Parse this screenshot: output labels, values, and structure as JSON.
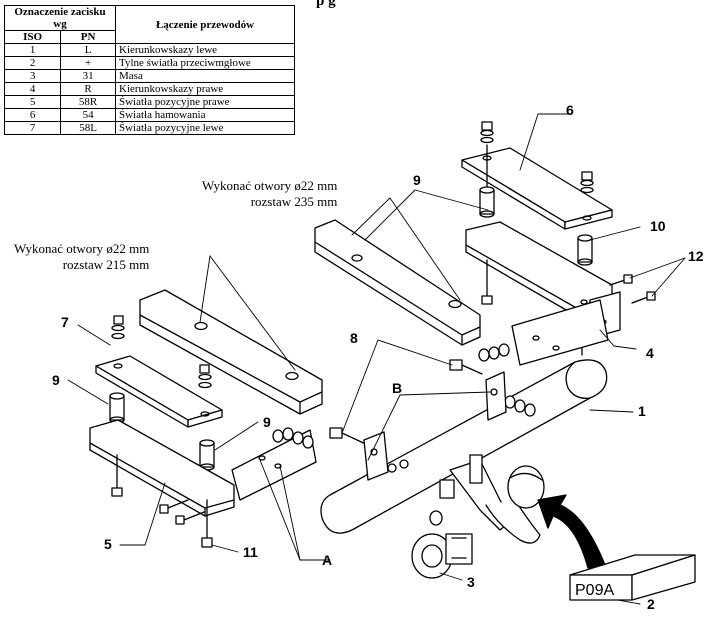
{
  "title_fragment": "p               g",
  "table": {
    "header_group": "Oznaczenie zacisku wg",
    "header_connection": "Łączenie przewodów",
    "col_iso": "ISO",
    "col_pn": "PN",
    "rows": [
      {
        "iso": "1",
        "pn": "L",
        "desc": "Kierunkowskazy lewe"
      },
      {
        "iso": "2",
        "pn": "+",
        "desc": "Tylne światła przeciwmgłowe"
      },
      {
        "iso": "3",
        "pn": "31",
        "desc": "Masa"
      },
      {
        "iso": "4",
        "pn": "R",
        "desc": "Kierunkowskazy prawe"
      },
      {
        "iso": "5",
        "pn": "58R",
        "desc": "Światła pozycyjne prawe"
      },
      {
        "iso": "6",
        "pn": "54",
        "desc": "Światła hamowania"
      },
      {
        "iso": "7",
        "pn": "58L",
        "desc": "Światła pozycyjne lewe"
      }
    ]
  },
  "notes": {
    "holes_235_line1": "Wykonać otwory ø22 mm",
    "holes_235_line2": "rozstaw 235 mm",
    "holes_215_line1": "Wykonać otwory ø22 mm",
    "holes_215_line2": "rozstaw 215 mm"
  },
  "labels": {
    "n1": "1",
    "n2": "2",
    "n3": "3",
    "n4": "4",
    "n5": "5",
    "n6": "6",
    "n7": "7",
    "n8": "8",
    "n9a": "9",
    "n9b": "9",
    "n9c": "9",
    "n10": "10",
    "n11": "11",
    "n12": "12",
    "A": "A",
    "B": "B"
  },
  "box_label": "P09A",
  "colors": {
    "line": "#000000",
    "background": "#ffffff"
  }
}
